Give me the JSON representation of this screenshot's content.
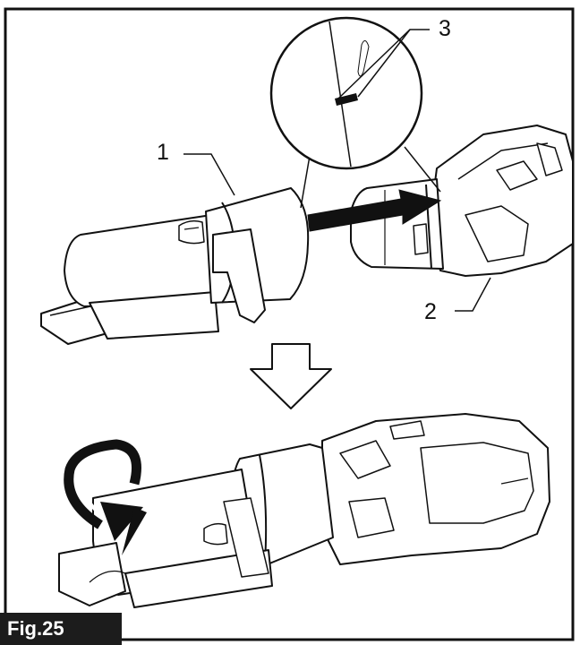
{
  "figure": {
    "label": "Fig.25",
    "label_bg": "#1c1c1c",
    "label_color": "#ffffff",
    "line_color": "#111111"
  },
  "callouts": {
    "nozzle": "1",
    "body": "2",
    "marks": "3"
  },
  "icons": {
    "insert_arrow": "arrow-right-icon",
    "step_arrow": "arrow-down-icon",
    "rotate_arrow": "rotate-clockwise-icon"
  }
}
